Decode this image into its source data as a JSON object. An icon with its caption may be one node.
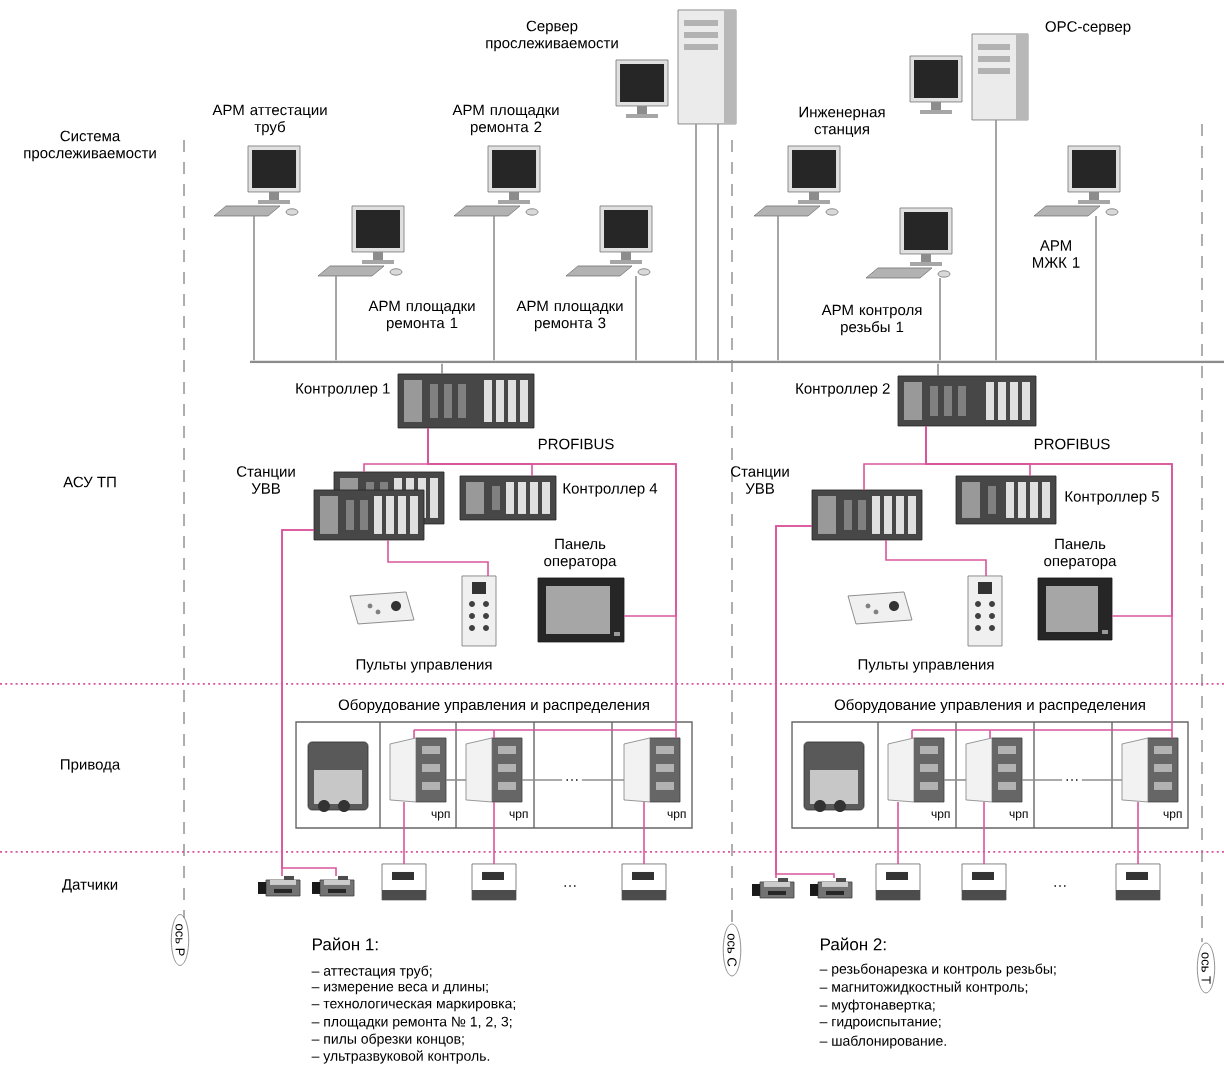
{
  "diagram": {
    "nodes": [
      {
        "text": [
          "АРМ аттестации труб"
        ]
      },
      {
        "text": [
          "АРМ площадки ремонта 1"
        ]
      },
      {
        "text": [
          "АРМ площадки ремонта 2"
        ]
      },
      {
        "text": [
          "Сервер прослеживаемости"
        ]
      },
      {
        "text": [
          "АРМ площадки ремонта 3"
        ]
      },
      {
        "text": [
          "Инженерная станция"
        ]
      },
      {
        "text": [
          "АРМ контроля резьбы 1"
        ]
      },
      {
        "text": [
          "OPC-сервер"
        ]
      },
      {
        "text": [
          "АРМ МЖК 1"
        ]
      },
      {
        "text": [],
        "shape": "bar"
      },
      {
        "text": [
          "Контроллер 1"
        ]
      },
      {
        "text": [
          "Станции УВВ"
        ]
      },
      {
        "text": [
          "Контроллер 4"
        ]
      },
      {
        "text": [
          "Панель оператора"
        ]
      },
      {
        "text": [
          "Пульты управления"
        ]
      },
      {
        "text": [
          "Оборудование управления и распределения"
        ]
      },
      {
        "text": [],
        "shape": "picture",
        "in": 15
      },
      {
        "text": [
          "чрп"
        ],
        "in": 15
      },
      {
        "text": [
          "чрп"
        ],
        "in": 15
      },
      {
        "text": [
          "…"
        ],
        "in": 15
      },
      {
        "text": [
          "чрп"
        ],
        "in": 15
      },
      {
        "text": [],
        "shape": "picture"
      },
      {
        "text": [],
        "shape": "picture"
      },
      {
        "text": [],
        "shape": "picture"
      },
      {
        "text": [],
        "shape": "picture"
      },
      {
        "text": [],
        "shape": "picture"
      },
      {
        "text": [
          "Контроллер 2"
        ]
      },
      {
        "text": [
          "Станции УВВ"
        ]
      },
      {
        "text": [
          "Контроллер 5"
        ]
      },
      {
        "text": [
          "Панель оператора"
        ]
      },
      {
        "text": [
          "Пульты управления"
        ]
      },
      {
        "text": [
          "Оборудование управления и распределения"
        ]
      },
      {
        "text": [],
        "shape": "picture",
        "in": 31
      },
      {
        "text": [
          "чрп"
        ],
        "in": 31
      },
      {
        "text": [
          "чрп"
        ],
        "in": 31
      },
      {
        "text": [
          "…"
        ],
        "in": 31
      },
      {
        "text": [
          "чрп"
        ],
        "in": 31
      },
      {
        "text": [],
        "shape": "picture"
      },
      {
        "text": [],
        "shape": "picture"
      },
      {
        "text": [],
        "shape": "picture"
      },
      {
        "text": [],
        "shape": "picture"
      },
      {
        "text": [],
        "shape": "picture"
      },
      {
        "text": [
          "ось Р"
        ]
      },
      {
        "text": [
          "ось С"
        ]
      },
      {
        "text": [
          "ось Т"
        ]
      }
    ],
    "edges": [
      {
        "from": 0,
        "to": 9,
        "arrow": "none",
        "color": "#8f8f8f"
      },
      {
        "from": 1,
        "to": 9,
        "arrow": "none",
        "color": "#8f8f8f"
      },
      {
        "from": 2,
        "to": 9,
        "arrow": "none",
        "color": "#8f8f8f"
      },
      {
        "from": 3,
        "to": 9,
        "arrow": "none",
        "color": "#8f8f8f"
      },
      {
        "from": 3,
        "to": 9,
        "arrow": "none",
        "color": "#8f8f8f"
      },
      {
        "from": 4,
        "to": 9,
        "arrow": "none",
        "color": "#8f8f8f"
      },
      {
        "from": 5,
        "to": 9,
        "arrow": "none",
        "color": "#8f8f8f"
      },
      {
        "from": 6,
        "to": 9,
        "arrow": "none",
        "color": "#8f8f8f"
      },
      {
        "from": 7,
        "to": 9,
        "arrow": "none",
        "color": "#8f8f8f"
      },
      {
        "from": 8,
        "to": 9,
        "arrow": "none",
        "color": "#8f8f8f"
      },
      {
        "from": 9,
        "to": 10,
        "arrow": "none",
        "color": "#8f8f8f"
      },
      {
        "from": 9,
        "to": 26,
        "arrow": "none",
        "color": "#8f8f8f"
      },
      {
        "from": 10,
        "to": 11,
        "arrow": "none"
      },
      {
        "from": 10,
        "to": 12,
        "arrow": "none"
      },
      {
        "from": 10,
        "to": 13,
        "arrow": "none"
      },
      {
        "from": 10,
        "to": 17,
        "arrow": "none"
      },
      {
        "from": 10,
        "to": 18,
        "arrow": "none"
      },
      {
        "from": 10,
        "to": 20,
        "arrow": "none"
      },
      {
        "from": 11,
        "to": 14,
        "arrow": "none"
      },
      {
        "from": 11,
        "to": 21,
        "arrow": "none"
      },
      {
        "from": 11,
        "to": 22,
        "arrow": "none"
      },
      {
        "from": 17,
        "to": 23,
        "arrow": "none"
      },
      {
        "from": 18,
        "to": 24,
        "arrow": "none"
      },
      {
        "from": 20,
        "to": 25,
        "arrow": "none"
      },
      {
        "from": 17,
        "to": 18,
        "arrow": "none",
        "color": "#8f8f8f"
      },
      {
        "from": 18,
        "to": 19,
        "arrow": "none",
        "color": "#8f8f8f"
      },
      {
        "from": 19,
        "to": 20,
        "arrow": "none",
        "color": "#8f8f8f"
      },
      {
        "from": 26,
        "to": 27,
        "arrow": "none"
      },
      {
        "from": 26,
        "to": 28,
        "arrow": "none"
      },
      {
        "from": 26,
        "to": 29,
        "arrow": "none"
      },
      {
        "from": 26,
        "to": 33,
        "arrow": "none"
      },
      {
        "from": 26,
        "to": 34,
        "arrow": "none"
      },
      {
        "from": 26,
        "to": 36,
        "arrow": "none"
      },
      {
        "from": 27,
        "to": 30,
        "arrow": "none"
      },
      {
        "from": 27,
        "to": 37,
        "arrow": "none"
      },
      {
        "from": 27,
        "to": 38,
        "arrow": "none"
      },
      {
        "from": 33,
        "to": 39,
        "arrow": "none"
      },
      {
        "from": 34,
        "to": 40,
        "arrow": "none"
      },
      {
        "from": 36,
        "to": 41,
        "arrow": "none"
      },
      {
        "from": 33,
        "to": 34,
        "arrow": "none",
        "color": "#8f8f8f"
      },
      {
        "from": 34,
        "to": 35,
        "arrow": "none",
        "color": "#8f8f8f"
      },
      {
        "from": 35,
        "to": 36,
        "arrow": "none",
        "color": "#8f8f8f"
      }
    ],
    "labels": [
      "Система прослеживаемости",
      "АСУ ТП",
      "PROFIBUS",
      "PROFIBUS",
      "Привода",
      "Датчики",
      "…",
      "…",
      "Район 1:",
      "– аттестация труб;",
      "– измерение веса и длины;",
      "– технологическая маркировка;",
      "– площадки ремонта № 1, 2, 3;",
      "– пилы обрезки концов;",
      "– ультразвуковой контроль.",
      "Район 2:",
      "– резьбонарезка и контроль резьбы;",
      "– магнитожидкостный контроль;",
      "– муфтонавертка;",
      "– гидроиспытание;",
      "– шаблонирование."
    ]
  }
}
